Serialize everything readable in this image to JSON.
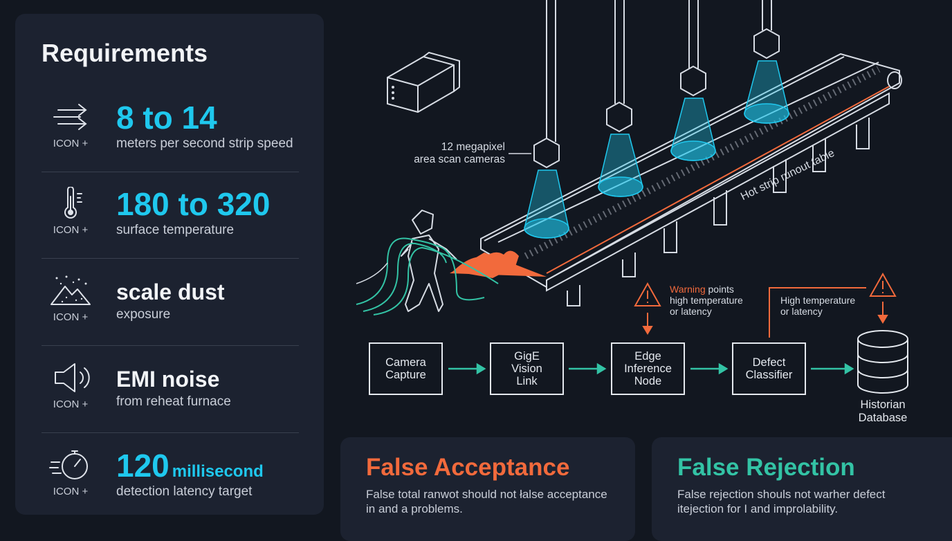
{
  "requirements": {
    "title": "Requirements",
    "items": [
      {
        "icon": "speed-lines-icon",
        "icon_caption": "ICON +",
        "value": "8 to 14",
        "desc": "meters per second strip speed"
      },
      {
        "icon": "thermometer-icon",
        "icon_caption": "ICON +",
        "value": "180 to 320",
        "desc": "surface temperature"
      },
      {
        "icon": "dust-mountain-icon",
        "icon_caption": "ICON +",
        "value": "scale dust",
        "desc": "exposure"
      },
      {
        "icon": "speaker-icon",
        "icon_caption": "ICON +",
        "value": "EMI noise",
        "desc": "from reheat furnace"
      },
      {
        "icon": "stopwatch-icon",
        "icon_caption": "ICON +",
        "value": "120",
        "unit": "millisecond",
        "desc": "detection latency target"
      }
    ]
  },
  "scene": {
    "camera_label": [
      "12 megapixel",
      "area scan cameras"
    ],
    "table_label": "Hot strip runout table"
  },
  "pipeline": {
    "steps": [
      "Camera\nCapture",
      "GigE\nVision\nLink",
      "Edge\nInference\nNode",
      "Defect\nClassifier"
    ],
    "database": [
      "Historian",
      "Database"
    ],
    "warning1": {
      "highlight": "Warning",
      "rest1": " points",
      "line2": "high temperature",
      "line3": "or latency"
    },
    "warning2": {
      "line1": "High temperature",
      "line2": "or latency"
    }
  },
  "cards": {
    "false_acceptance": {
      "title": "False Acceptance",
      "body": "False total ranwot should not łalse acceptance in and a problems."
    },
    "false_rejection": {
      "title": "False Rejection",
      "body": "False rejection shouls not warher defect itejection for I and improlability."
    }
  },
  "colors": {
    "accent_cyan": "#1fc8ee",
    "accent_orange": "#f26a3c",
    "accent_teal": "#33c3a5",
    "panel_bg": "#1c2230",
    "page_bg": "#121720"
  }
}
